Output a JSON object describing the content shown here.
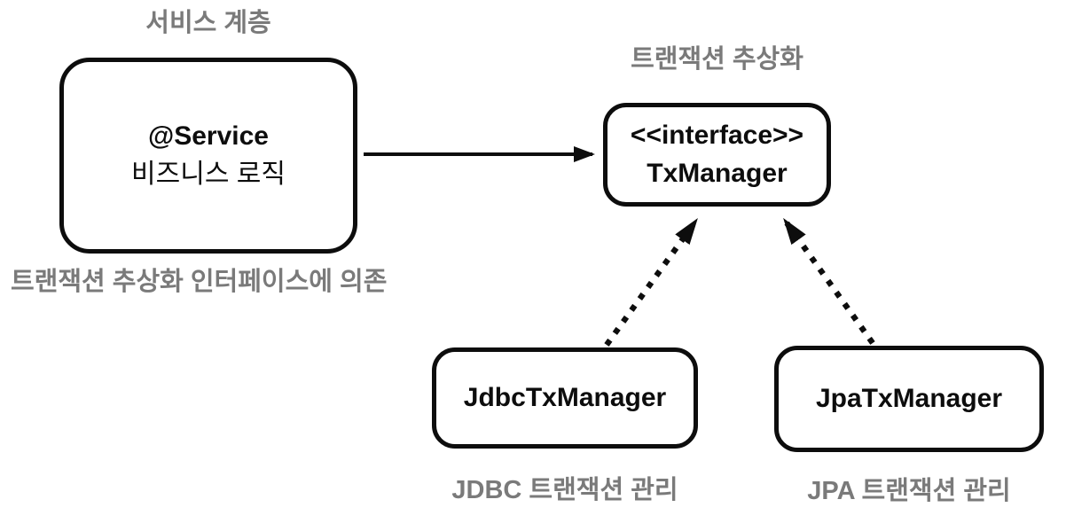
{
  "colors": {
    "background": "#ffffff",
    "ink": "#0d0d0d",
    "annotation_gray": "#7a7a7a"
  },
  "labels": {
    "service_layer": "서비스 계층",
    "dependency_note": "트랜잭션 추상화 인터페이스에 의존",
    "tx_abstraction": "트랜잭션 추상화",
    "jdbc_note": "JDBC 트랜잭션 관리",
    "jpa_note": "JPA 트랜잭션 관리"
  },
  "boxes": {
    "service": {
      "line1": "@Service",
      "line2": "비즈니스 로직"
    },
    "tx_interface": {
      "line1": "<<interface>>",
      "line2": "TxManager"
    },
    "jdbc": {
      "label": "JdbcTxManager"
    },
    "jpa": {
      "label": "JpaTxManager"
    }
  },
  "arrows": {
    "dependency": "service-to-interface-solid",
    "jdbc_implements": "jdbc-to-interface-dotted",
    "jpa_implements": "jpa-to-interface-dotted"
  }
}
